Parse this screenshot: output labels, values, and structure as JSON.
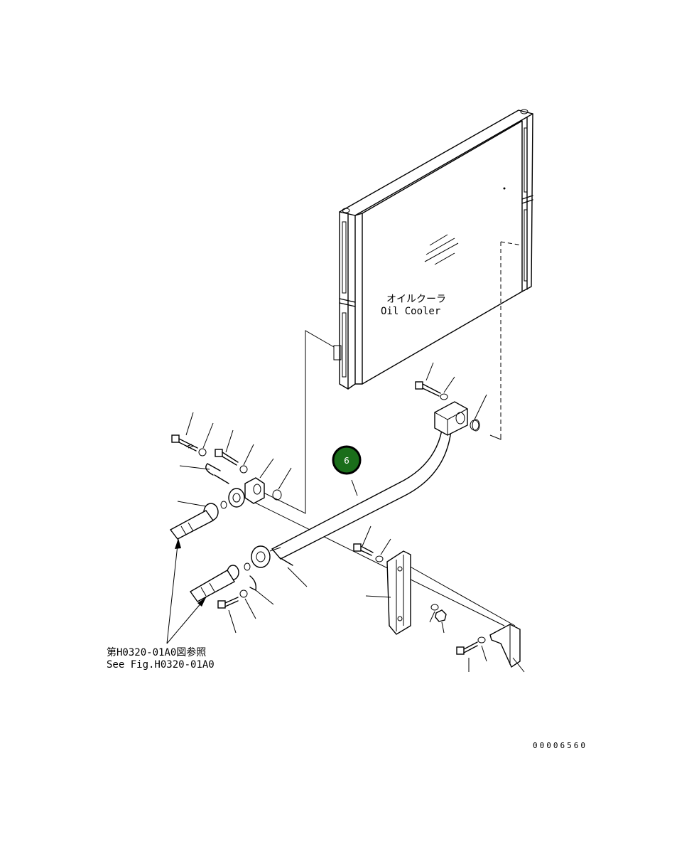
{
  "labels": {
    "cooler_jp": "オイルクーラ",
    "cooler_en": "Oil Cooler",
    "ref_jp": "第H0320-01A0図参照",
    "ref_en": "See Fig.H0320-01A0",
    "drawing_number": "00006560"
  },
  "callout": {
    "number": "6",
    "color": "#1a6e1a"
  }
}
